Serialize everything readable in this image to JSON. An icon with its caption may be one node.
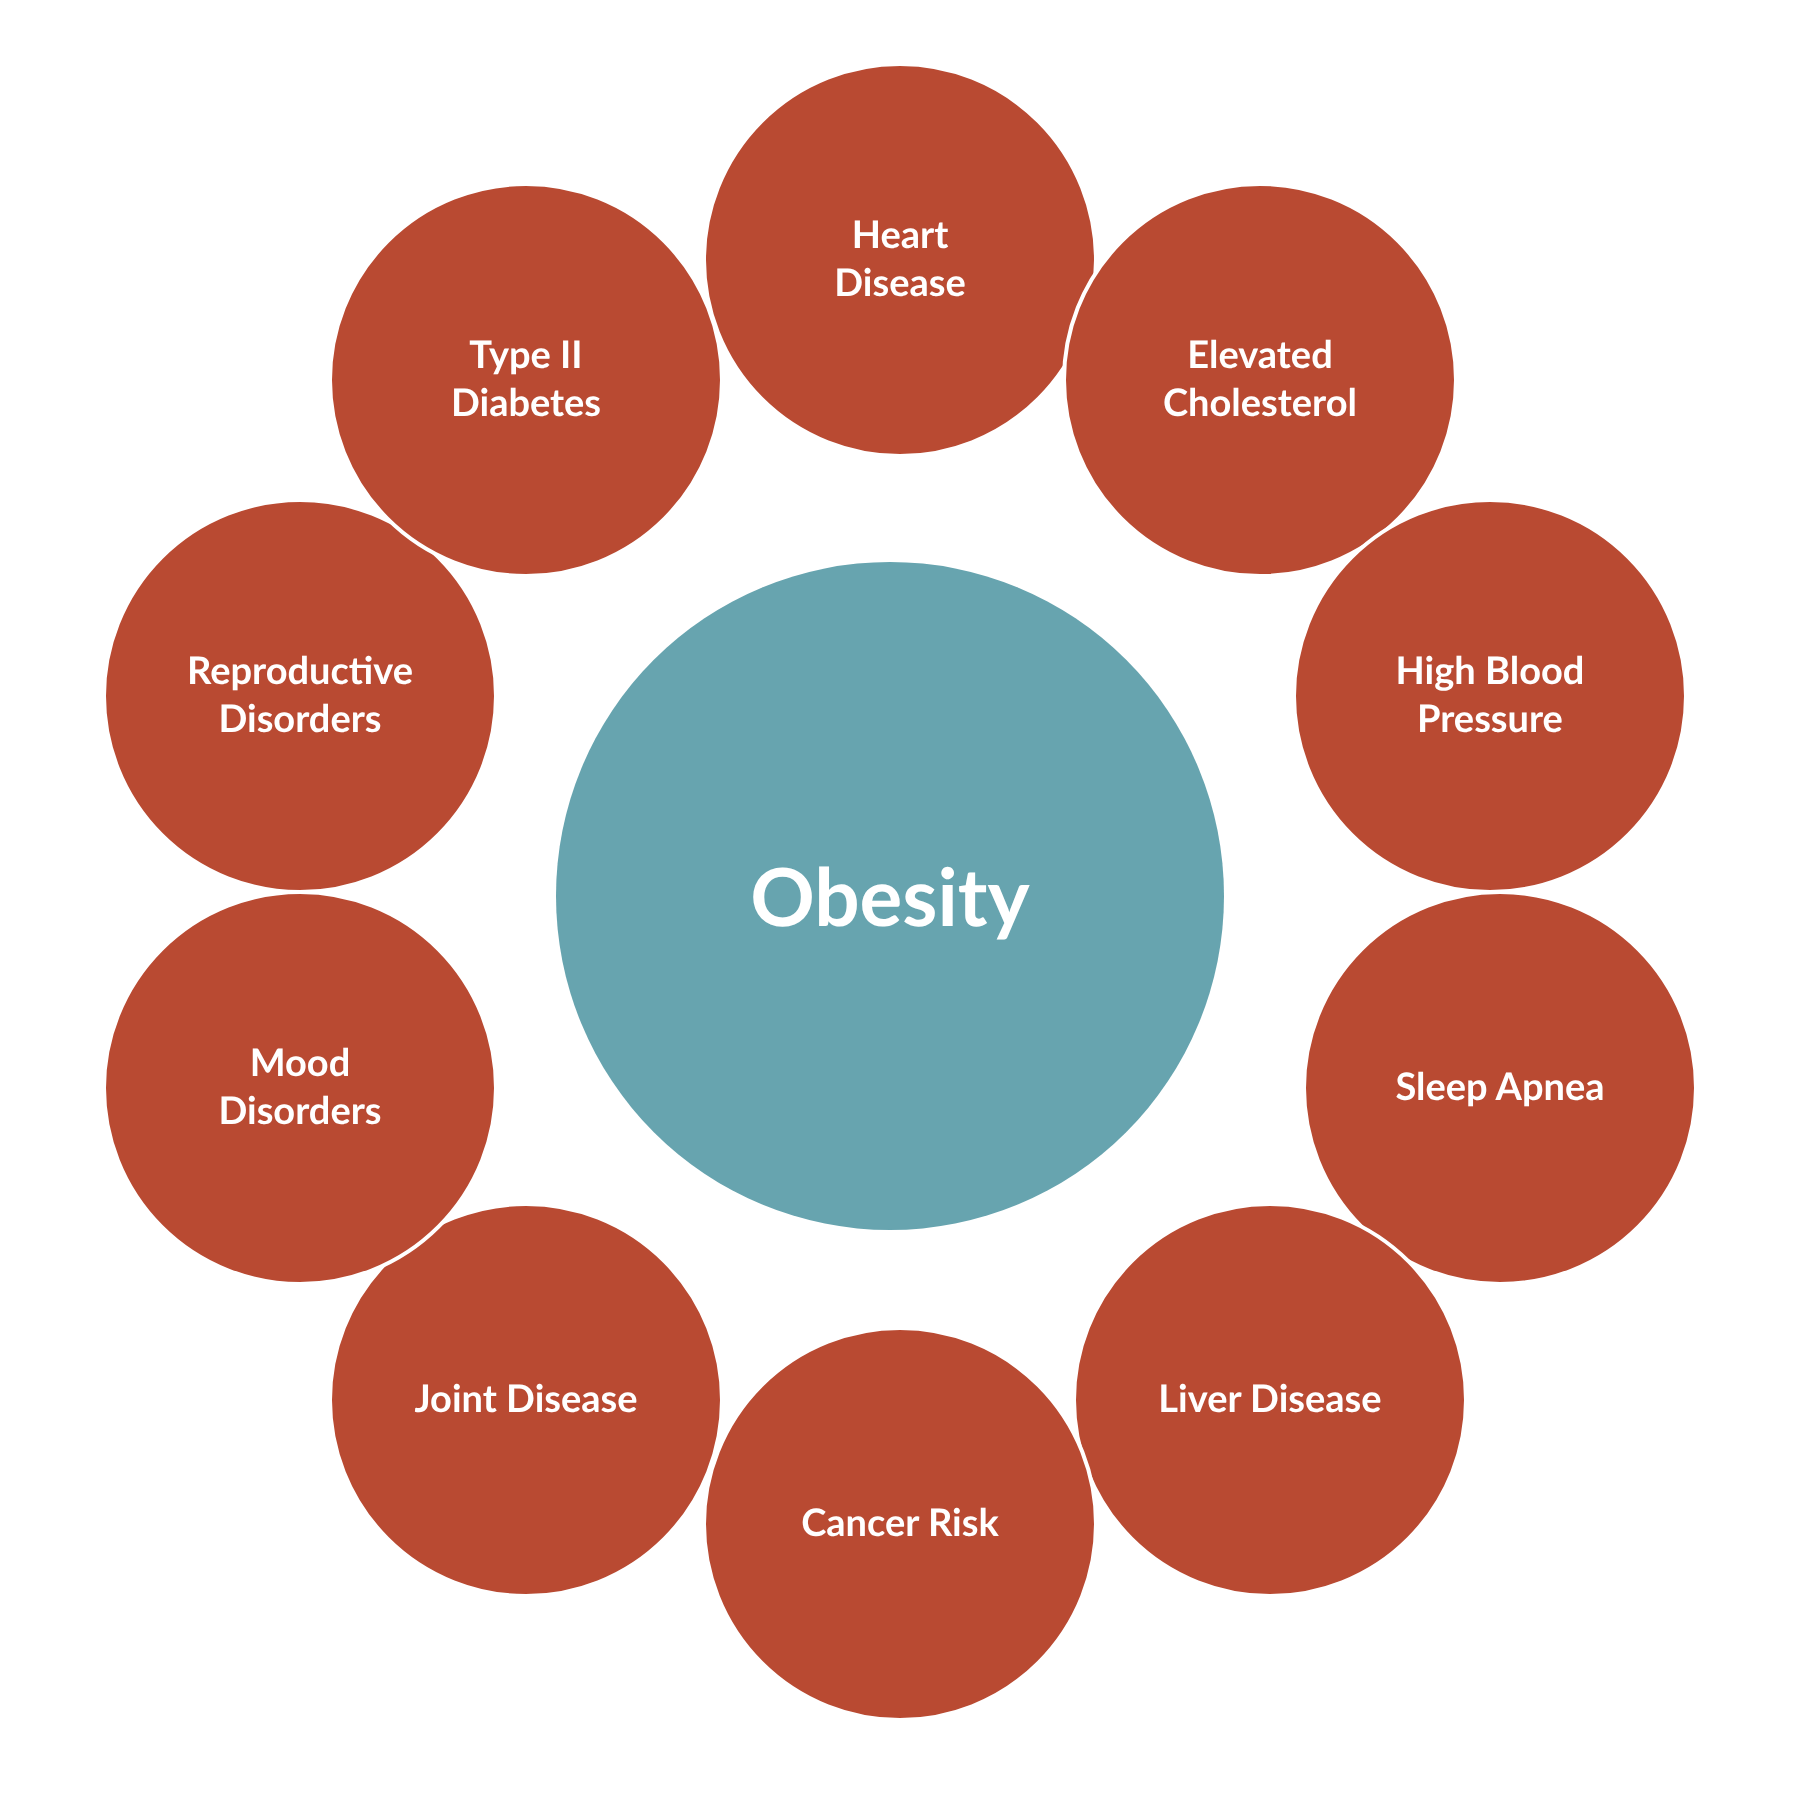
{
  "diagram": {
    "nodes": [
      {
        "text": [
          "Obesity"
        ]
      },
      {
        "text": [
          "Heart Disease"
        ]
      },
      {
        "text": [
          "Elevated Cholesterol"
        ]
      },
      {
        "text": [
          "High Blood Pressure"
        ]
      },
      {
        "text": [
          "Sleep Apnea"
        ]
      },
      {
        "text": [
          "Liver Disease"
        ]
      },
      {
        "text": [
          "Cancer Risk"
        ]
      },
      {
        "text": [
          "Joint Disease"
        ]
      },
      {
        "text": [
          "Mood Disorders"
        ]
      },
      {
        "text": [
          "Reproductive Disorders"
        ]
      },
      {
        "text": [
          "Type II Diabetes"
        ]
      }
    ]
  }
}
